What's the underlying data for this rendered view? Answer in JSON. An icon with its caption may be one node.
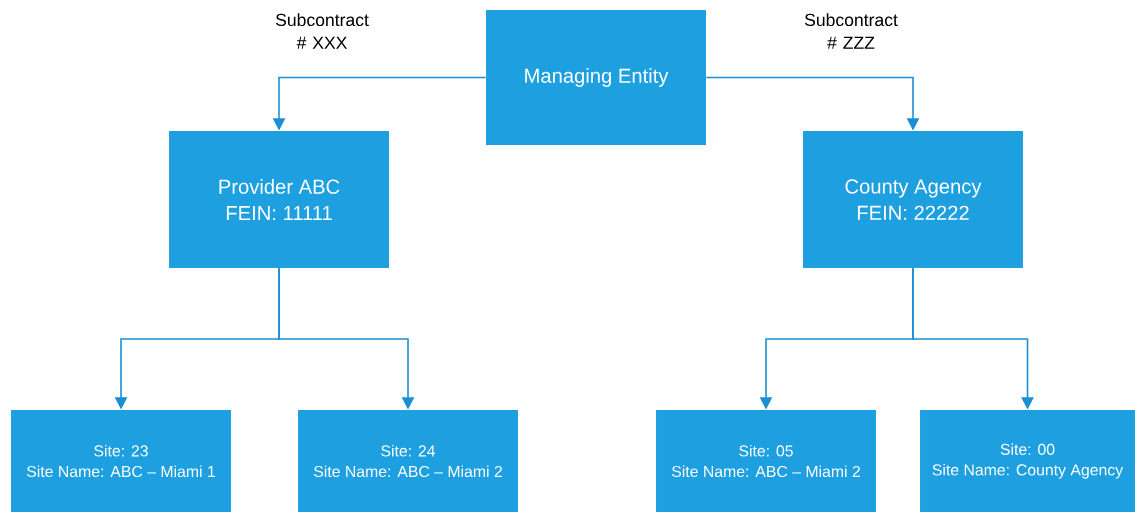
{
  "diagram": {
    "nodes": [
      {
        "text": [
          "Managing Entity"
        ]
      },
      {
        "text": [
          "Provider ABC",
          "FEIN: 11111"
        ]
      },
      {
        "text": [
          "County Agency",
          "FEIN: 22222"
        ]
      },
      {
        "text": [
          "Site: 23",
          "Site Name: ABC – Miami 1"
        ]
      },
      {
        "text": [
          "Site: 24",
          "Site Name: ABC – Miami 2"
        ]
      },
      {
        "text": [
          "Site: 05",
          "Site Name: ABC – Miami 2"
        ]
      },
      {
        "text": [
          "Site: 00",
          "Site Name: County Agency"
        ]
      }
    ],
    "edges": [
      {
        "from": 0,
        "to": 1,
        "arrow": "to",
        "label": "Subcontract # XXX"
      },
      {
        "from": 0,
        "to": 2,
        "arrow": "to",
        "label": "Subcontract # ZZZ"
      },
      {
        "from": 1,
        "to": 3,
        "arrow": "to"
      },
      {
        "from": 1,
        "to": 4,
        "arrow": "to"
      },
      {
        "from": 2,
        "to": 5,
        "arrow": "to"
      },
      {
        "from": 2,
        "to": 6,
        "arrow": "to"
      }
    ]
  }
}
